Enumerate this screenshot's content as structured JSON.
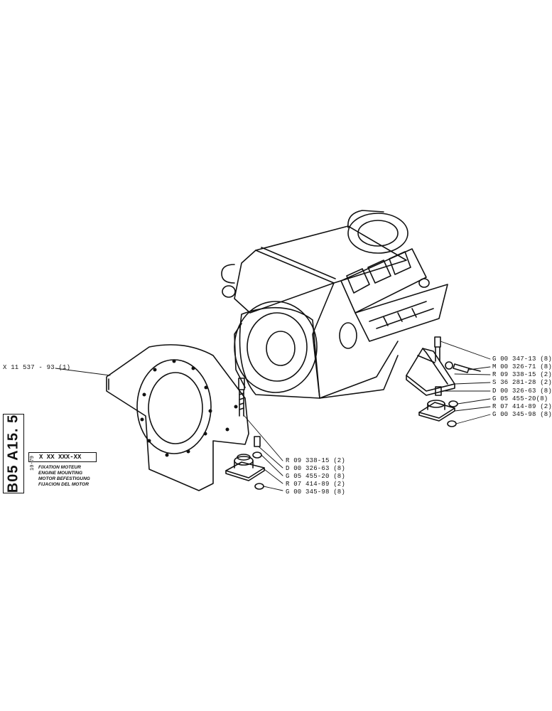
{
  "document": {
    "side_code": "B05 A15. 5",
    "date": "10-79",
    "code_box": "X XX XXX-XX",
    "titles": [
      "FIXATION MOTEUR",
      "ENGINE MOUNTING",
      "MOTOR BEFESTIGUNG",
      "FIJACION DEL MOTOR"
    ]
  },
  "plate_label": "X 11 537 - 93 (1)",
  "left_parts": [
    "R 09 338-15 (2)",
    "D 00 326-63 (8)",
    "G 05 455-20 (8)",
    "R 07 414-89 (2)",
    "G 00 345-98 (8)"
  ],
  "right_parts": [
    "G 00 347-13 (8)",
    "M 00 326-71 (8)",
    "R 09 338-15 (2)",
    "S 36 281-28 (2)",
    "D 00 326-63 (8)",
    "G 05 455-20(8)",
    "R 07 414-89 (2)",
    "G 00 345-98 (8)"
  ]
}
